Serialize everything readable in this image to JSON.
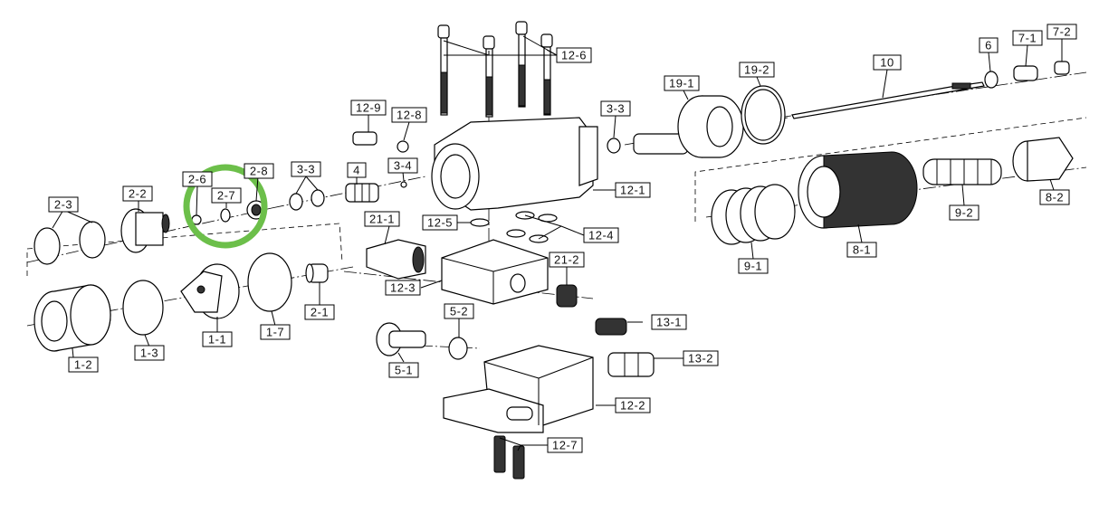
{
  "labels": [
    {
      "id": "1-1",
      "text": "1-1"
    },
    {
      "id": "1-2",
      "text": "1-2"
    },
    {
      "id": "1-3",
      "text": "1-3"
    },
    {
      "id": "1-7",
      "text": "1-7"
    },
    {
      "id": "2-1",
      "text": "2-1"
    },
    {
      "id": "2-2",
      "text": "2-2"
    },
    {
      "id": "2-3",
      "text": "2-3"
    },
    {
      "id": "2-6",
      "text": "2-6"
    },
    {
      "id": "2-7",
      "text": "2-7"
    },
    {
      "id": "2-8",
      "text": "2-8"
    },
    {
      "id": "3-3a",
      "text": "3-3"
    },
    {
      "id": "3-3b",
      "text": "3-3"
    },
    {
      "id": "3-4",
      "text": "3-4"
    },
    {
      "id": "4",
      "text": "4"
    },
    {
      "id": "5-1",
      "text": "5-1"
    },
    {
      "id": "5-2",
      "text": "5-2"
    },
    {
      "id": "6",
      "text": "6"
    },
    {
      "id": "7-1",
      "text": "7-1"
    },
    {
      "id": "7-2",
      "text": "7-2"
    },
    {
      "id": "8-1",
      "text": "8-1"
    },
    {
      "id": "8-2",
      "text": "8-2"
    },
    {
      "id": "9-1",
      "text": "9-1"
    },
    {
      "id": "9-2",
      "text": "9-2"
    },
    {
      "id": "10",
      "text": "10"
    },
    {
      "id": "12-1",
      "text": "12-1"
    },
    {
      "id": "12-2",
      "text": "12-2"
    },
    {
      "id": "12-3",
      "text": "12-3"
    },
    {
      "id": "12-4",
      "text": "12-4"
    },
    {
      "id": "12-5",
      "text": "12-5"
    },
    {
      "id": "12-6",
      "text": "12-6"
    },
    {
      "id": "12-7",
      "text": "12-7"
    },
    {
      "id": "12-8",
      "text": "12-8"
    },
    {
      "id": "12-9",
      "text": "12-9"
    },
    {
      "id": "13-1",
      "text": "13-1"
    },
    {
      "id": "13-2",
      "text": "13-2"
    },
    {
      "id": "19-1",
      "text": "19-1"
    },
    {
      "id": "19-2",
      "text": "19-2"
    },
    {
      "id": "21-1",
      "text": "21-1"
    },
    {
      "id": "21-2",
      "text": "21-2"
    }
  ],
  "highlight": {
    "target": "2-7",
    "color": "#6cbf4a"
  }
}
